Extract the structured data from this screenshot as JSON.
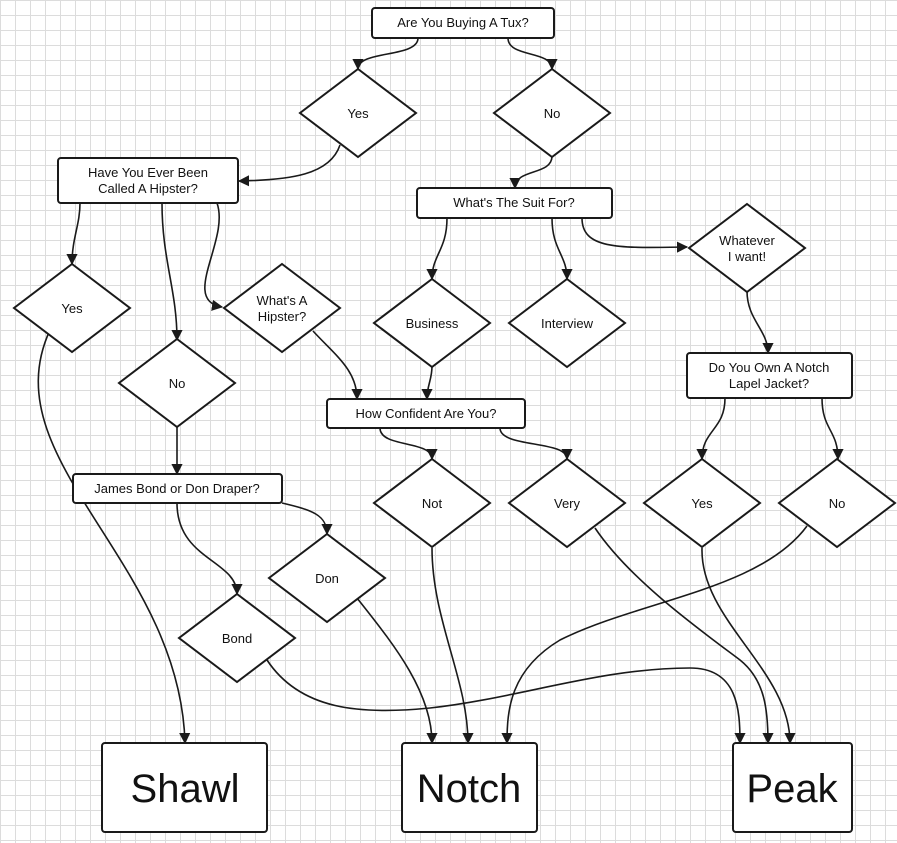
{
  "nodes": {
    "q_tux": "Are You Buying A Tux?",
    "tux_yes": "Yes",
    "tux_no": "No",
    "q_hipster": [
      "Have You Ever Been",
      "Called A Hipster?"
    ],
    "q_suit_for": "What's The Suit For?",
    "hip_yes": "Yes",
    "hip_no": "No",
    "whats_hipster": [
      "What's A",
      "Hipster?"
    ],
    "business": "Business",
    "interview": "Interview",
    "whatever": [
      "Whatever",
      "I want!"
    ],
    "q_confident": "How Confident Are You?",
    "q_notch_own": [
      "Do You Own A Notch",
      "Lapel Jacket?"
    ],
    "q_bond_draper": "James Bond or Don Draper?",
    "not": "Not",
    "very": "Very",
    "own_yes": "Yes",
    "own_no": "No",
    "don": "Don",
    "bond": "Bond",
    "shawl": "Shawl",
    "notch": "Notch",
    "peak": "Peak"
  }
}
